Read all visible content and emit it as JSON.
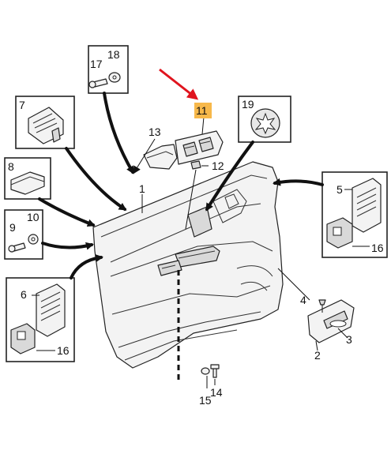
{
  "callouts": {
    "c1": "1",
    "c2": "2",
    "c3": "3",
    "c4": "4",
    "c5": "5",
    "c6": "6",
    "c7": "7",
    "c8": "8",
    "c9": "9",
    "c10": "10",
    "c11": "11",
    "c12": "12",
    "c13": "13",
    "c14": "14",
    "c15": "15",
    "c16a": "16",
    "c16b": "16",
    "c17": "17",
    "c18": "18",
    "c19": "19"
  },
  "colors": {
    "highlight": "#f7b84a",
    "pointer_arrow": "#e0141e",
    "line": "#111111"
  }
}
